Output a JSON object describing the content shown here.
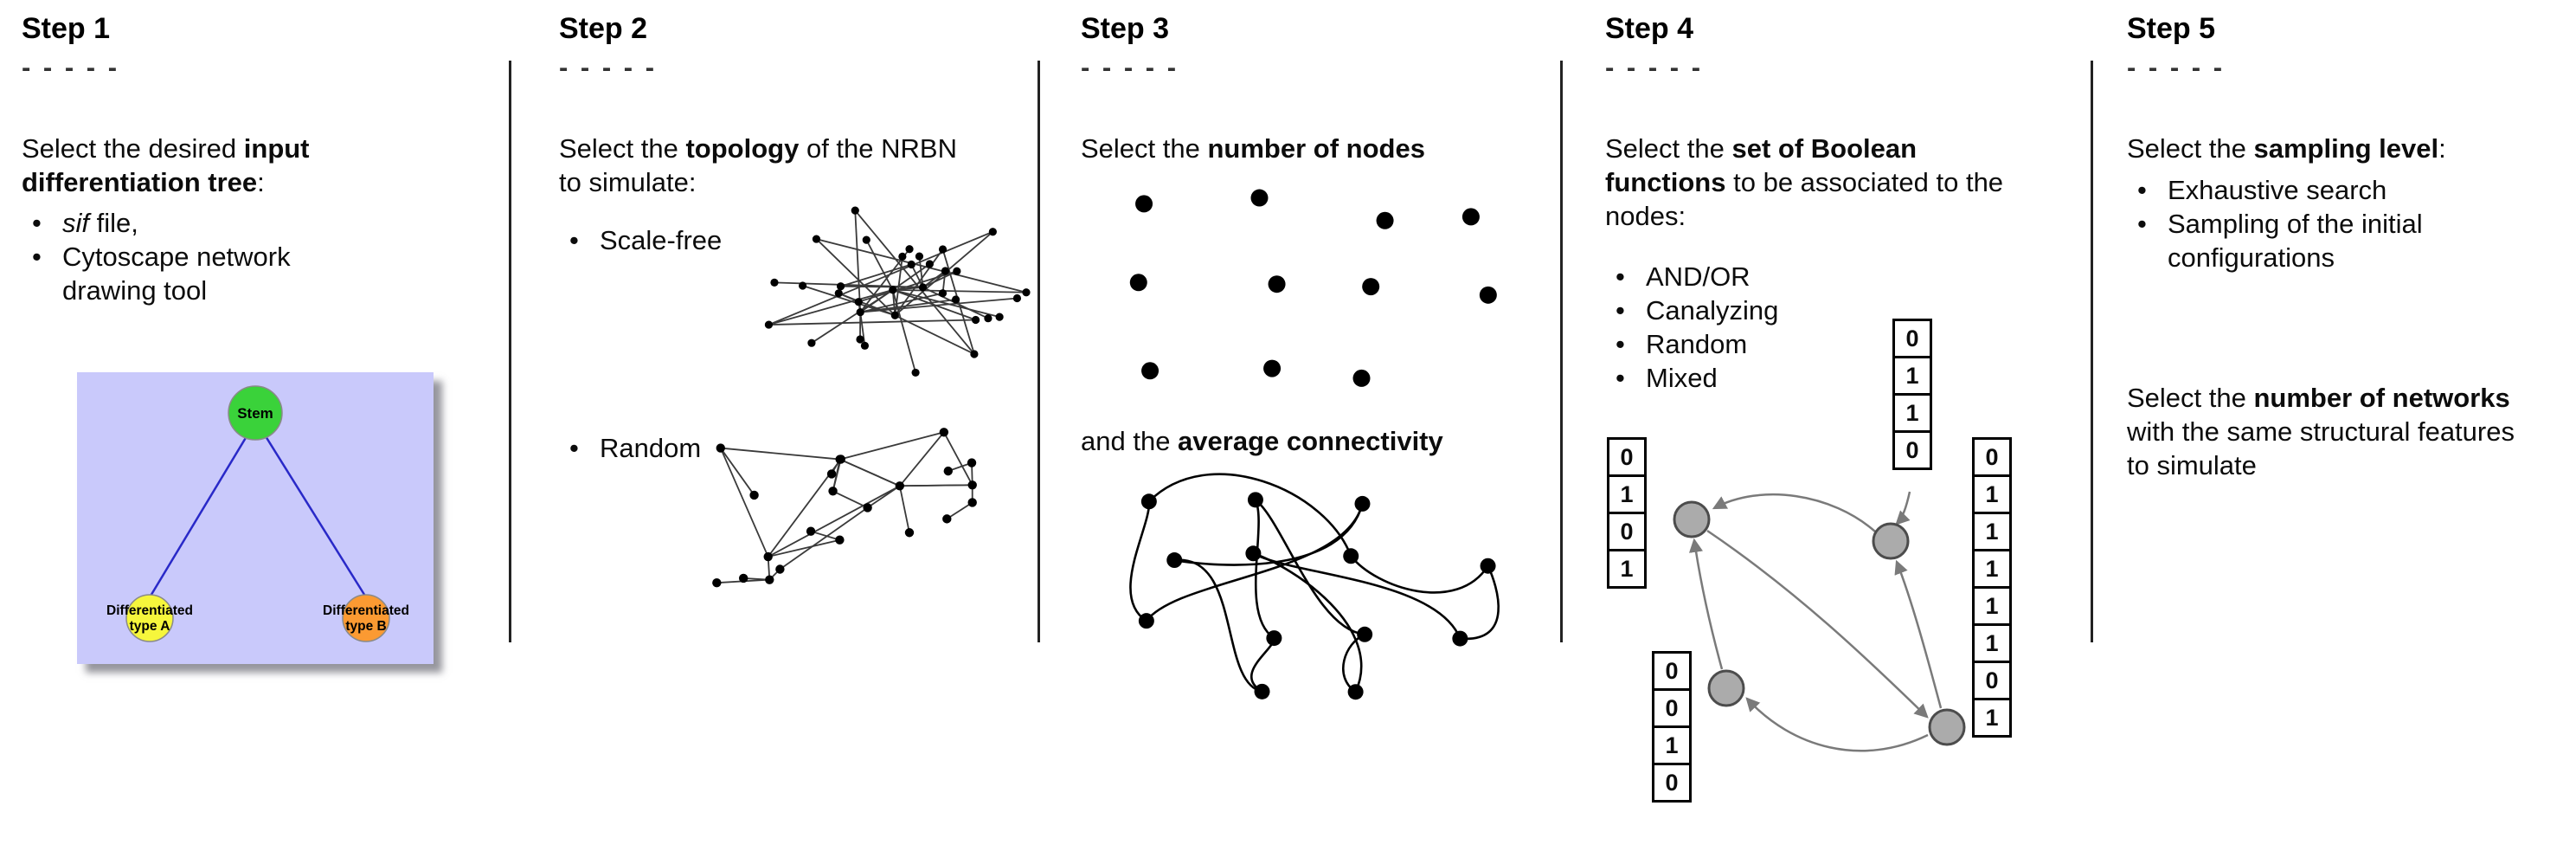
{
  "figure": {
    "background": "#ffffff",
    "divider_color": "#222222"
  },
  "colors": {
    "stem_green": "#3ad23a",
    "type_a_yellow": "#f6f63c",
    "type_b_orange": "#fb9a32",
    "tree_background": "#c9c9fb",
    "tree_edge_blue": "#2929c8",
    "boolean_node_gray": "#ababab",
    "arrow_gray": "#7a7a7a"
  },
  "steps": [
    {
      "title": "Step 1",
      "dashes": "- - - - -",
      "instruction": {
        "runs": [
          {
            "t": "Select the desired "
          },
          {
            "t": "input differentiation tree",
            "b": true
          },
          {
            "t": ":"
          }
        ]
      },
      "bullets": [
        {
          "runs": [
            {
              "t": "sif",
              "i": true
            },
            {
              "t": " file,"
            }
          ]
        },
        {
          "runs": [
            {
              "t": "Cytoscape network drawing tool"
            }
          ]
        }
      ],
      "tree": {
        "stem": "Stem",
        "type_a_line1": "Differentiated",
        "type_a_line2": "type A",
        "type_b_line1": "Differentiated",
        "type_b_line2": "type B"
      }
    },
    {
      "title": "Step 2",
      "dashes": "- - - - -",
      "instruction": {
        "runs": [
          {
            "t": "Select the "
          },
          {
            "t": "topology",
            "b": true
          },
          {
            "t": " of the NRBN to simulate:"
          }
        ]
      },
      "bullet_scale_free": {
        "runs": [
          {
            "t": "Scale-free"
          }
        ]
      },
      "bullet_random": {
        "runs": [
          {
            "t": "Random"
          }
        ]
      }
    },
    {
      "title": "Step 3",
      "dashes": "- - - - -",
      "instruction": {
        "runs": [
          {
            "t": "Select the "
          },
          {
            "t": "number of nodes",
            "b": true
          }
        ]
      },
      "instruction2": {
        "runs": [
          {
            "t": "and the "
          },
          {
            "t": "average connectivity",
            "b": true
          }
        ]
      }
    },
    {
      "title": "Step 4",
      "dashes": "- - - - -",
      "instruction": {
        "runs": [
          {
            "t": "Select the "
          },
          {
            "t": "set of Boolean functions",
            "b": true
          },
          {
            "t": " to be associated to the nodes:"
          }
        ]
      },
      "bullets": [
        {
          "runs": [
            {
              "t": "AND/OR"
            }
          ]
        },
        {
          "runs": [
            {
              "t": "Canalyzing"
            }
          ]
        },
        {
          "runs": [
            {
              "t": "Random"
            }
          ]
        },
        {
          "runs": [
            {
              "t": "Mixed"
            }
          ]
        }
      ],
      "truth_tables": {
        "top": [
          "0",
          "1",
          "1",
          "0"
        ],
        "left": [
          "0",
          "1",
          "0",
          "1"
        ],
        "bottom_left": [
          "0",
          "0",
          "1",
          "0"
        ],
        "right": [
          "0",
          "1",
          "1",
          "1",
          "1",
          "1",
          "0",
          "1"
        ]
      }
    },
    {
      "title": "Step 5",
      "dashes": "- - - - -",
      "instruction": {
        "runs": [
          {
            "t": "Select the "
          },
          {
            "t": "sampling level",
            "b": true
          },
          {
            "t": ":"
          }
        ]
      },
      "bullets": [
        {
          "runs": [
            {
              "t": "Exhaustive search"
            }
          ]
        },
        {
          "runs": [
            {
              "t": "Sampling of the initial configurations"
            }
          ]
        }
      ],
      "instruction2": {
        "runs": [
          {
            "t": "Select the "
          },
          {
            "t": "number of networks",
            "b": true
          },
          {
            "t": " with the same structural features to simulate"
          }
        ]
      }
    }
  ]
}
